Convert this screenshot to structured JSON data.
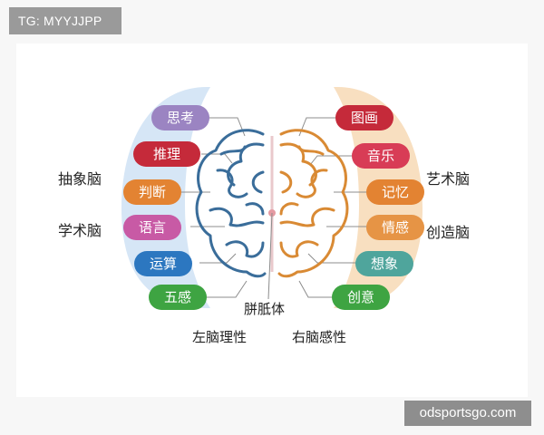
{
  "watermarks": {
    "top": "TG: MYYJJPP",
    "bottom": "odsportsgo.com"
  },
  "left_groups": [
    "抽象脑",
    "学术脑"
  ],
  "right_groups": [
    "艺术脑",
    "创造脑"
  ],
  "left_labels": [
    "思考",
    "推理",
    "判断",
    "语言",
    "运算",
    "五感"
  ],
  "right_labels": [
    "图画",
    "音乐",
    "记忆",
    "情感",
    "想象",
    "创意"
  ],
  "center_label": "胼胝体",
  "bottom_left": "左脑理性",
  "bottom_right": "右脑感性",
  "colors": {
    "left_panel": "#d6e6f6",
    "right_panel": "#f8dfc0",
    "left_brain": "#3a6d9a",
    "right_brain": "#d98a34",
    "si_kao": "#9b84c2",
    "tui_li": "#c52a3a",
    "pan_duan": "#e38332",
    "yu_yan": "#c85aa5",
    "yun_suan": "#2c77c0",
    "wu_gan": "#3ea442",
    "tu_hua": "#c52a3a",
    "yin_yue": "#d83c56",
    "ji_yi": "#e38332",
    "qing_gan": "#e69445",
    "xiang_xiang": "#4fa59c",
    "chuang_yi": "#3ea442"
  }
}
